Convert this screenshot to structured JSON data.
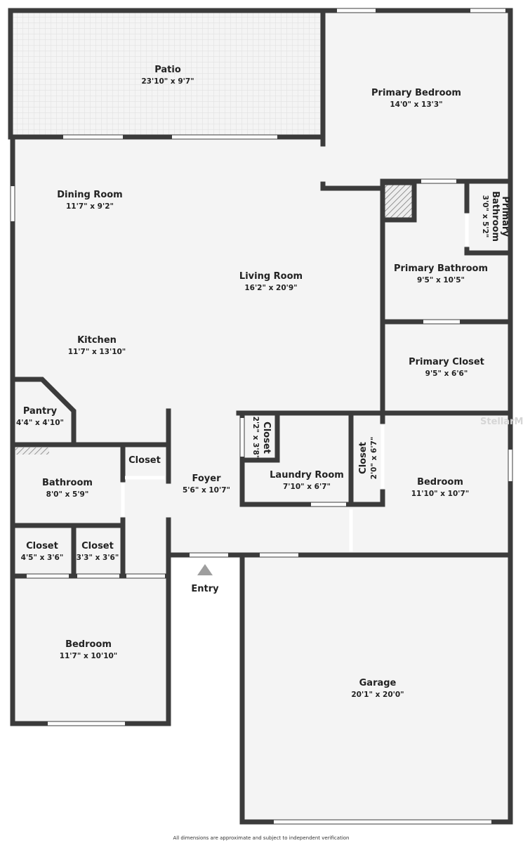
{
  "rooms": {
    "patio": {
      "name": "Patio",
      "dim": "23'10\" x 9'7\""
    },
    "primary_bedroom": {
      "name": "Primary Bedroom",
      "dim": "14'0\" x 13'3\""
    },
    "dining_room": {
      "name": "Dining Room",
      "dim": "11'7\" x 9'2\""
    },
    "living_room": {
      "name": "Living Room",
      "dim": "16'2\" x 20'9\""
    },
    "primary_bathroom": {
      "name": "Primary Bathroom",
      "dim": "9'5\" x 10'5\""
    },
    "primary_bathroom_small": {
      "name_line1": "Primary",
      "name_line2": "Bathroom",
      "dim": "3'0\" x 5'2\""
    },
    "kitchen": {
      "name": "Kitchen",
      "dim": "11'7\" x 13'10\""
    },
    "primary_closet": {
      "name": "Primary Closet",
      "dim": "9'5\" x 6'6\""
    },
    "pantry": {
      "name": "Pantry",
      "dim": "4'4\" x 4'10\""
    },
    "closet_hall": {
      "name": "Closet",
      "dim": "2'2\" x 3'8\""
    },
    "laundry_room": {
      "name": "Laundry Room",
      "dim": "7'10\" x 6'7\""
    },
    "closet_bedroom": {
      "name": "Closet",
      "dim": "2'0\" x 6'7\""
    },
    "bedroom_right": {
      "name": "Bedroom",
      "dim": "11'10\" x 10'7\""
    },
    "closet_bath": {
      "name": "Closet"
    },
    "foyer": {
      "name": "Foyer",
      "dim": "5'6\" x 10'7\""
    },
    "bathroom": {
      "name": "Bathroom",
      "dim": "8'0\" x 5'9\""
    },
    "closet_left": {
      "name": "Closet",
      "dim": "4'5\" x 3'6\""
    },
    "closet_mid": {
      "name": "Closet",
      "dim": "3'3\" x 3'6\""
    },
    "bedroom_left": {
      "name": "Bedroom",
      "dim": "11'7\" x 10'10\""
    },
    "garage": {
      "name": "Garage",
      "dim": "20'1\" x 20'0\""
    }
  },
  "entry": {
    "label": "Entry"
  },
  "watermark": "StellarMLS",
  "footer": "All dimensions are approximate and subject to independent verification",
  "colors": {
    "wall": "#3b3b3b",
    "floor": "#f4f4f4",
    "entry_arrow": "#9e9e9e"
  }
}
